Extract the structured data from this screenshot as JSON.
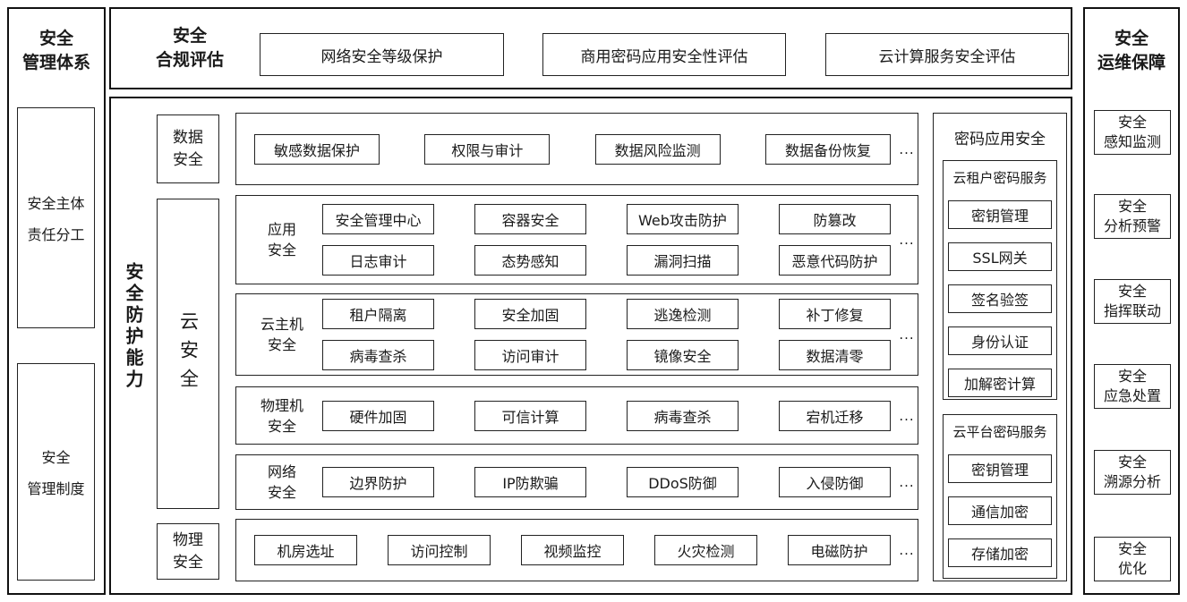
{
  "left_panel": {
    "title_lines": [
      "安全",
      "管理体系"
    ],
    "boxes": [
      {
        "lines": [
          "安全主体",
          "责任分工"
        ]
      },
      {
        "lines": [
          "安全",
          "管理制度"
        ]
      }
    ]
  },
  "compliance": {
    "title_lines": [
      "安全",
      "合规评估"
    ],
    "items": [
      "网络安全等级保护",
      "商用密码应用安全性评估",
      "云计算服务安全评估"
    ]
  },
  "protection": {
    "title": "安全防护能力",
    "cloud_label": "云安全",
    "data_label_lines": [
      "数据",
      "安全"
    ],
    "physical_label_lines": [
      "物理",
      "安全"
    ],
    "ellipsis": "...",
    "rows": [
      {
        "items": [
          [
            "敏感数据保护",
            "权限与审计",
            "数据风险监测",
            "数据备份恢复"
          ]
        ]
      },
      {
        "label_lines": [
          "应用",
          "安全"
        ],
        "items": [
          [
            "安全管理中心",
            "容器安全",
            "Web攻击防护",
            "防篡改"
          ],
          [
            "日志审计",
            "态势感知",
            "漏洞扫描",
            "恶意代码防护"
          ]
        ]
      },
      {
        "label_lines": [
          "云主机",
          "安全"
        ],
        "items": [
          [
            "租户隔离",
            "安全加固",
            "逃逸检测",
            "补丁修复"
          ],
          [
            "病毒查杀",
            "访问审计",
            "镜像安全",
            "数据清零"
          ]
        ]
      },
      {
        "label_lines": [
          "物理机",
          "安全"
        ],
        "items": [
          [
            "硬件加固",
            "可信计算",
            "病毒查杀",
            "宕机迁移"
          ]
        ]
      },
      {
        "label_lines": [
          "网络",
          "安全"
        ],
        "items": [
          [
            "边界防护",
            "IP防欺骗",
            "DDoS防御",
            "入侵防御"
          ]
        ]
      },
      {
        "items": [
          [
            "机房选址",
            "访问控制",
            "视频监控",
            "火灾检测",
            "电磁防护"
          ]
        ]
      }
    ]
  },
  "crypto": {
    "title": "密码应用安全",
    "groups": [
      {
        "title": "云租户密码服务",
        "items": [
          "密钥管理",
          "SSL网关",
          "签名验签",
          "身份认证",
          "加解密计算"
        ]
      },
      {
        "title": "云平台密码服务",
        "items": [
          "密钥管理",
          "通信加密",
          "存储加密"
        ]
      }
    ]
  },
  "ops_panel": {
    "title_lines": [
      "安全",
      "运维保障"
    ],
    "boxes": [
      {
        "lines": [
          "安全",
          "感知监测"
        ]
      },
      {
        "lines": [
          "安全",
          "分析预警"
        ]
      },
      {
        "lines": [
          "安全",
          "指挥联动"
        ]
      },
      {
        "lines": [
          "安全",
          "应急处置"
        ]
      },
      {
        "lines": [
          "安全",
          "溯源分析"
        ]
      },
      {
        "lines": [
          "安全",
          "优化"
        ]
      }
    ]
  }
}
